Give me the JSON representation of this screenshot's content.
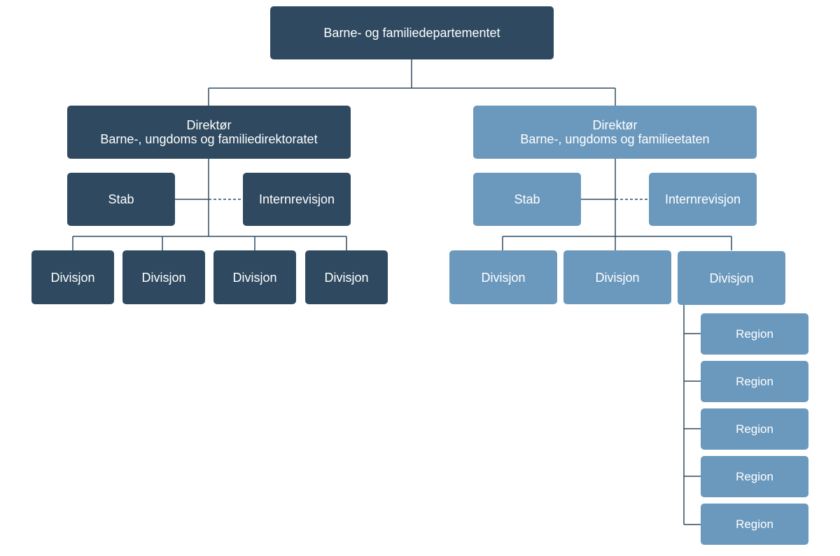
{
  "colors": {
    "dark": "#2f4a60",
    "light": "#6b99bd",
    "line": "#2f4a60"
  },
  "root": {
    "label": "Barne- og familiedepartementet"
  },
  "left": {
    "director_title": "Direktør",
    "director_org": "Barne-, ungdoms og familiedirektoratet",
    "stab": "Stab",
    "internrevisjon": "Internrevisjon",
    "divisions": [
      "Divisjon",
      "Divisjon",
      "Divisjon",
      "Divisjon"
    ]
  },
  "right": {
    "director_title": "Direktør",
    "director_org": "Barne-, ungdoms og familieetaten",
    "stab": "Stab",
    "internrevisjon": "Internrevisjon",
    "divisions": [
      "Divisjon",
      "Divisjon",
      "Divisjon"
    ],
    "regions": [
      "Region",
      "Region",
      "Region",
      "Region",
      "Region"
    ]
  }
}
